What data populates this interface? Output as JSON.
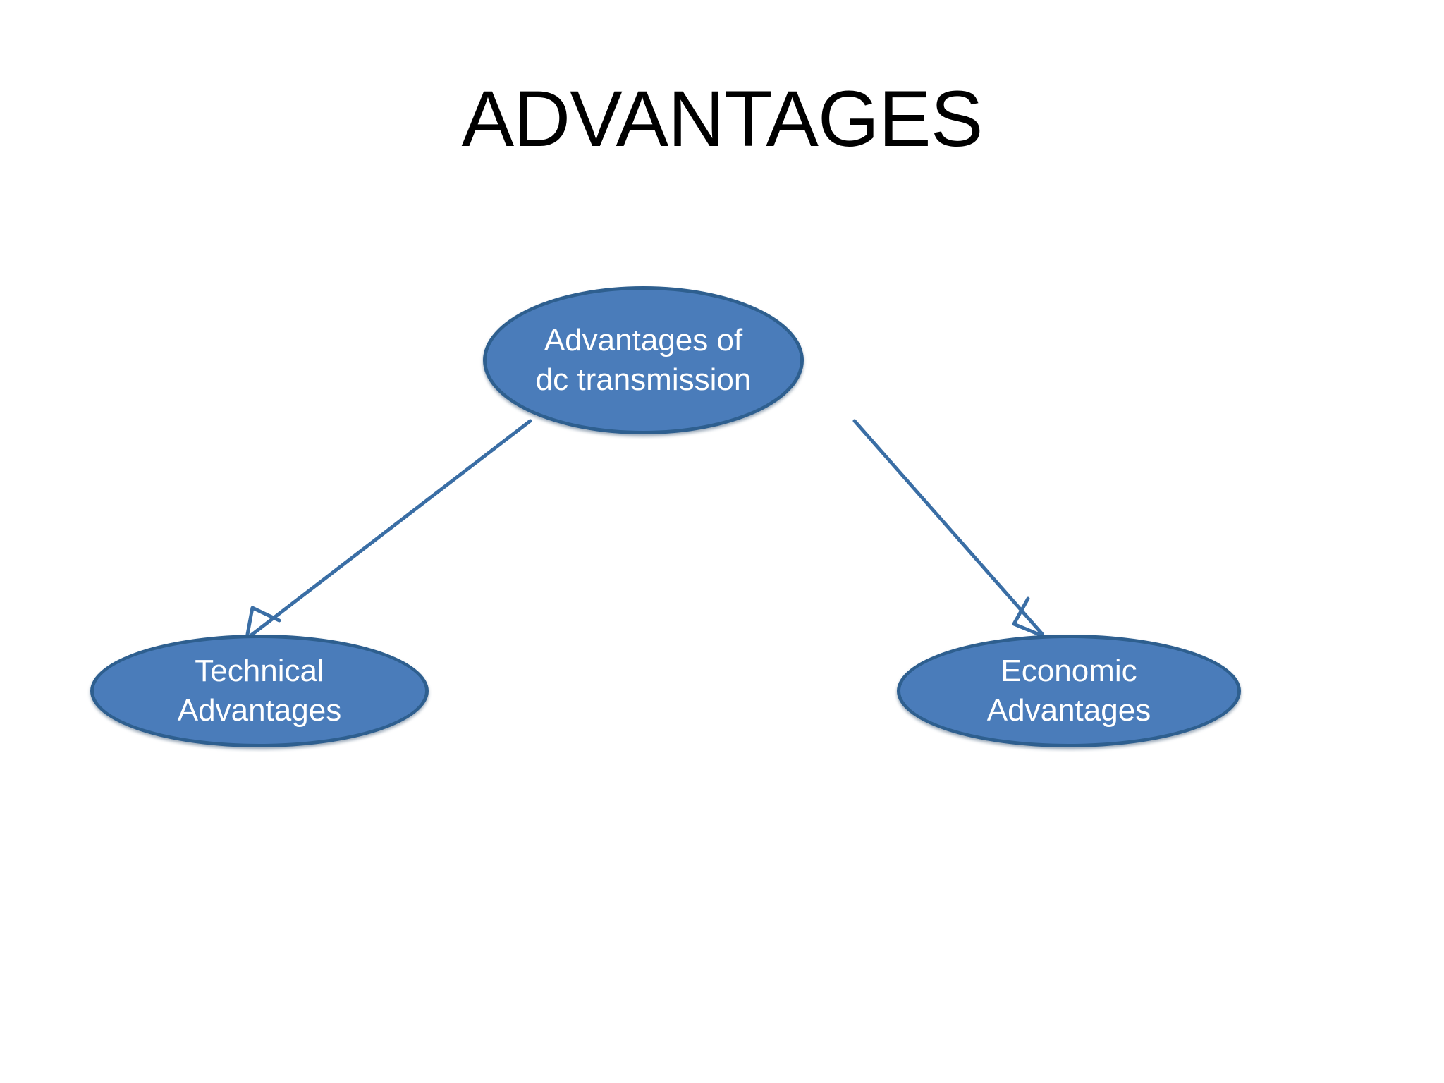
{
  "slide": {
    "title": "ADVANTAGES",
    "background_color": "#ffffff",
    "title_color": "#000000"
  },
  "theme": {
    "node_fill": "#4a7cba",
    "node_border": "#2e5f8f",
    "node_text_color": "#ffffff",
    "connector_color": "#3a6ea5"
  },
  "diagram": {
    "type": "tree",
    "nodes": [
      {
        "id": "root",
        "label": "Advantages of\ndc transmission",
        "line1": "Advantages of",
        "line2": "dc transmission",
        "shape": "ellipse",
        "level": 0
      },
      {
        "id": "technical",
        "label": "Technical\nAdvantages",
        "line1": "Technical",
        "line2": "Advantages",
        "shape": "ellipse",
        "level": 1
      },
      {
        "id": "economic",
        "label": "Economic\nAdvantages",
        "line1": "Economic",
        "line2": "Advantages",
        "shape": "ellipse",
        "level": 1
      }
    ],
    "edges": [
      {
        "id": "root-to-technical",
        "from": "root",
        "to": "technical",
        "style": "arrow"
      },
      {
        "id": "root-to-economic",
        "from": "root",
        "to": "economic",
        "style": "arrow"
      }
    ]
  }
}
